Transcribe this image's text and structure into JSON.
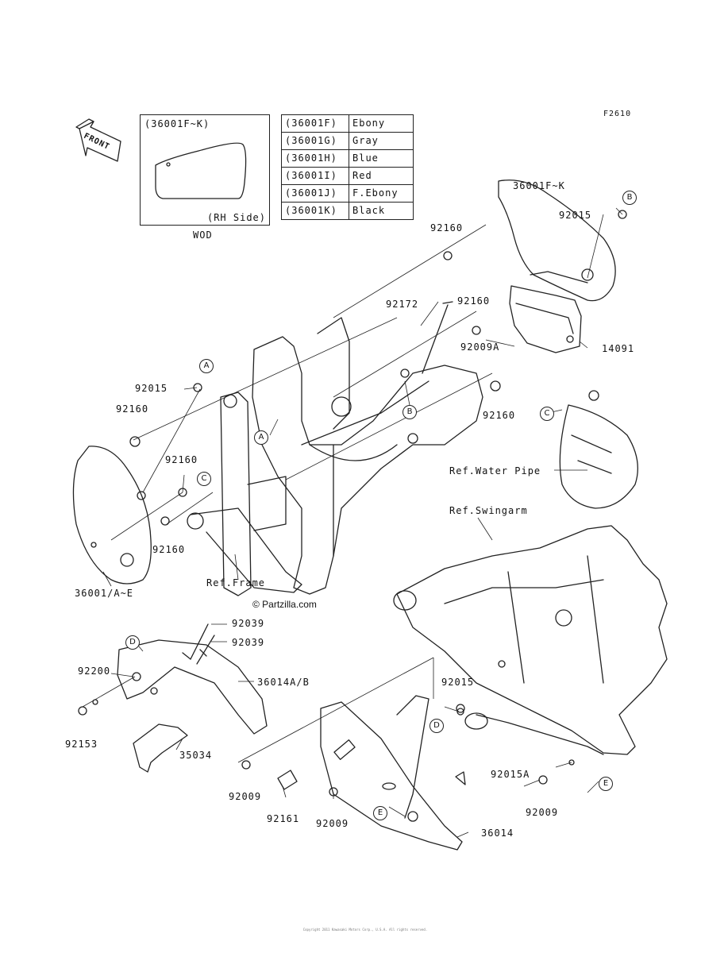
{
  "figure_code": "F2610",
  "front_label": "FRONT",
  "wod": {
    "title": "(36001F~K)",
    "side": "(RH Side)",
    "label": "WOD"
  },
  "color_table": [
    {
      "part": "(36001F)",
      "color": "Ebony"
    },
    {
      "part": "(36001G)",
      "color": "Gray"
    },
    {
      "part": "(36001H)",
      "color": "Blue"
    },
    {
      "part": "(36001I)",
      "color": "Red"
    },
    {
      "part": "(36001J)",
      "color": "F.Ebony"
    },
    {
      "part": "(36001K)",
      "color": "Black"
    }
  ],
  "parts": {
    "p36001fk": "36001F~K",
    "p92015_b": "92015",
    "p92160_top": "92160",
    "p92172": "92172",
    "p92160_mid": "92160",
    "p92009a": "92009A",
    "p14091": "14091",
    "p92160_right": "92160",
    "p92015_left": "92015",
    "p92160_left": "92160",
    "p92160_left2": "92160",
    "p92160_left3": "92160",
    "p36001ae": "36001/A~E",
    "ref_frame": "Ref.Frame",
    "ref_water": "Ref.Water Pipe",
    "ref_swing": "Ref.Swingarm",
    "p92039_a": "92039",
    "p92039_b": "92039",
    "p92200": "92200",
    "p36014ab": "36014A/B",
    "p92153": "92153",
    "p35034": "35034",
    "p92015_d": "92015",
    "p92015a": "92015A",
    "p92009_a": "92009",
    "p92009_b": "92009",
    "p92009_c": "92009",
    "p92161": "92161",
    "p36014": "36014"
  },
  "callouts": {
    "A": "A",
    "B": "B",
    "C": "C",
    "D": "D",
    "E": "E"
  },
  "copyright": "© Partzilla.com",
  "footer": "Copyright 2011 Kawasaki Motors Corp., U.S.A. All rights reserved."
}
